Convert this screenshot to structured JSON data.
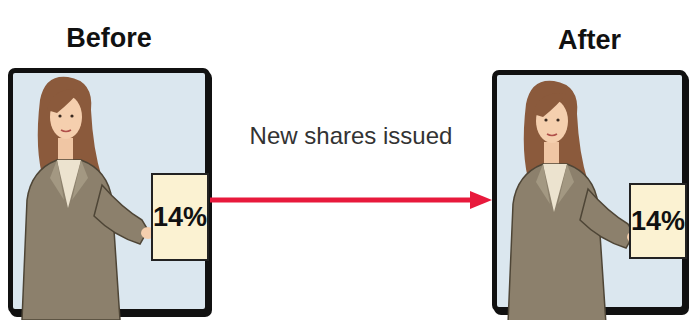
{
  "diagram": {
    "nodes": [
      {
        "text": [
          "Before"
        ]
      },
      {
        "text": [
          "14%"
        ],
        "in": 0
      },
      {
        "text": [
          "After"
        ]
      },
      {
        "text": [
          "14%"
        ],
        "in": 2
      }
    ],
    "edges": [
      {
        "from": 0,
        "to": 2,
        "arrow": "to",
        "label": "New shares issued"
      }
    ]
  }
}
